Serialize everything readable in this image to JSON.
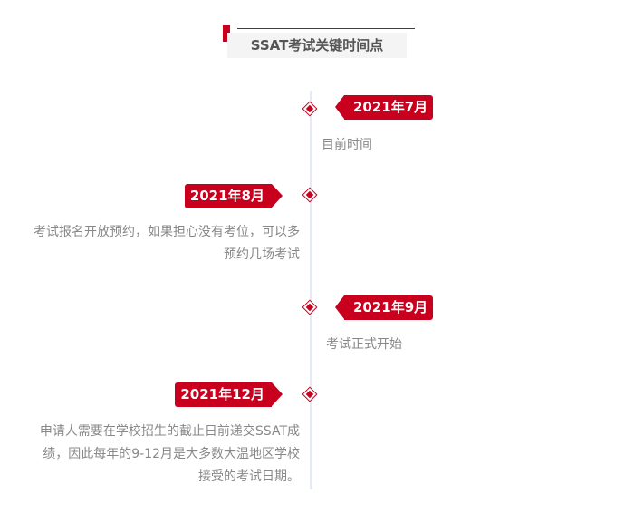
{
  "title": "SSAT考试关键时间点",
  "events": [
    {
      "date": "2021年7月",
      "desc": [
        "目前时间"
      ]
    },
    {
      "date": "2021年8月",
      "desc": [
        "考试报名开放预约，如果担心没有考位，可以多",
        "预约几场考试"
      ]
    },
    {
      "date": "2021年9月",
      "desc": [
        "考试正式开始"
      ]
    },
    {
      "date": "2021年12月",
      "desc": [
        "申请人需要在学校招生的截止日前递交SSAT成",
        "绩，因此每年的9-12月是大多数大温地区学校",
        "接受的考试日期。"
      ]
    }
  ],
  "colors": {
    "accent": "#c8001e",
    "text": "#888888",
    "title": "#555555"
  }
}
